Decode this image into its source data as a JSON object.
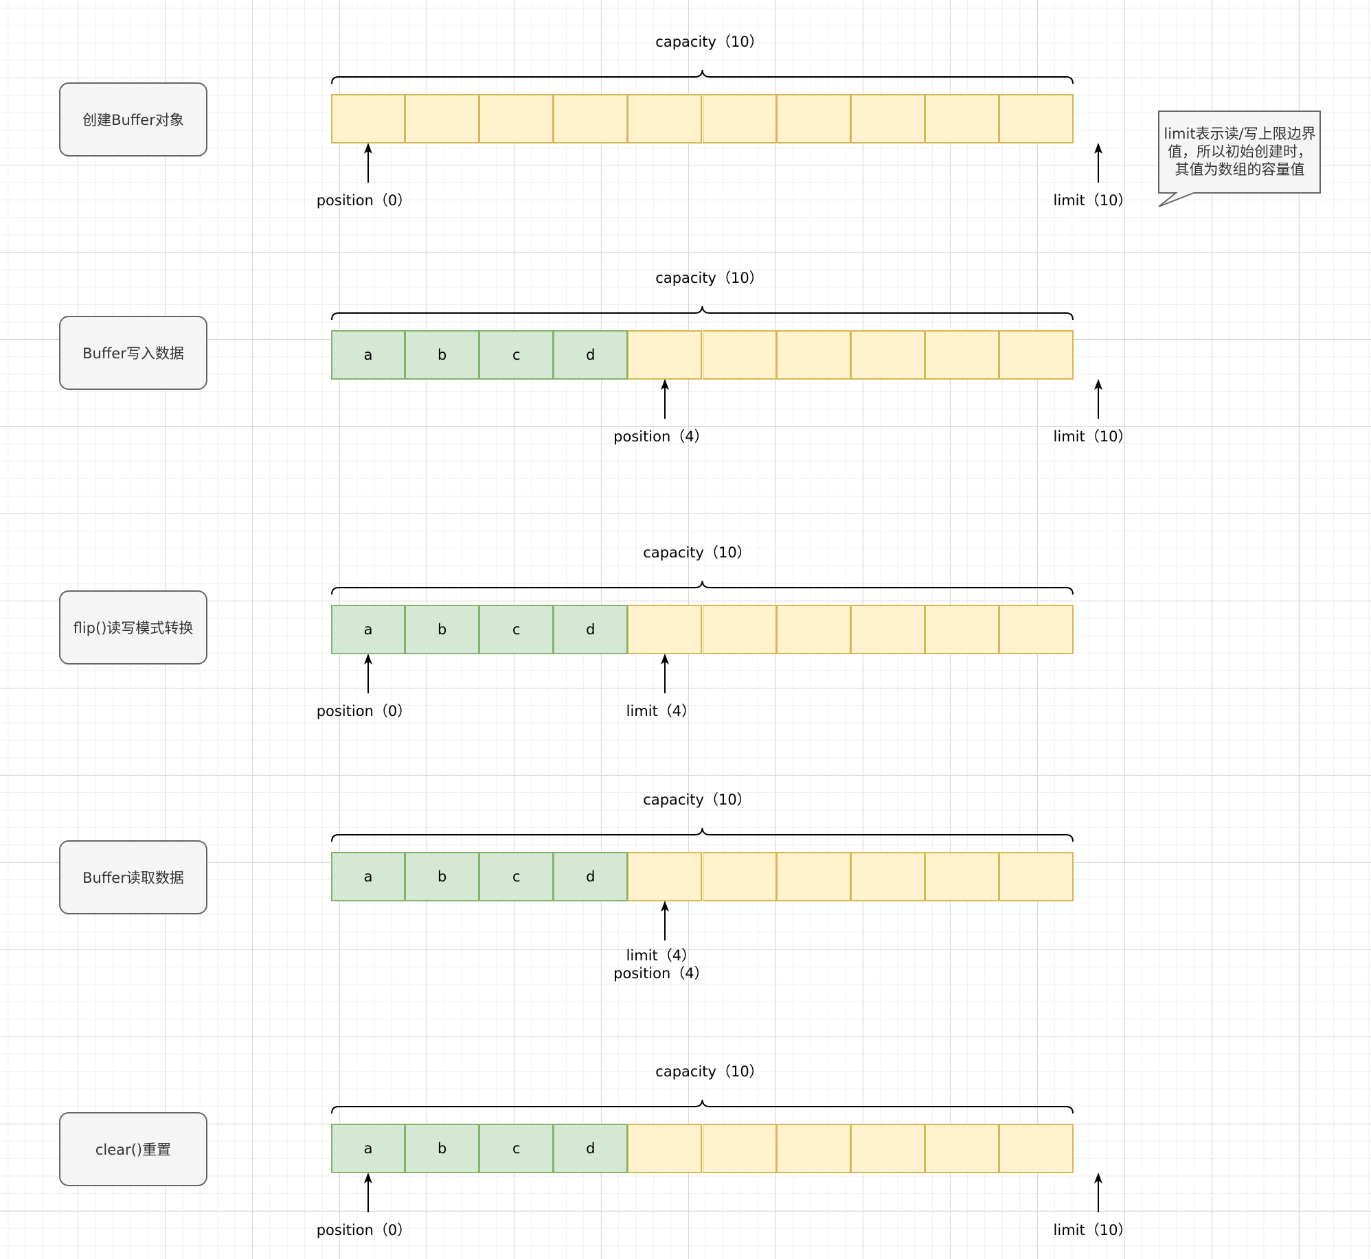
{
  "note": {
    "lines": [
      "limit表示读/写上限边界",
      "值，所以初始创建时，",
      "其值为数组的容量值"
    ]
  },
  "stages": [
    {
      "title": "创建Buffer对象",
      "capacity_label": "capacity（10）",
      "cells": [
        "",
        "",
        "",
        "",
        "",
        "",
        "",
        "",
        "",
        ""
      ],
      "filled_count": 0,
      "pointers": [
        {
          "lines": [
            "position（0）"
          ],
          "index": 0
        },
        {
          "lines": [
            "limit（10）"
          ],
          "index": 10
        }
      ]
    },
    {
      "title": "Buffer写入数据",
      "capacity_label": "capacity（10）",
      "cells": [
        "a",
        "b",
        "c",
        "d",
        "",
        "",
        "",
        "",
        "",
        ""
      ],
      "filled_count": 4,
      "pointers": [
        {
          "lines": [
            "position（4）"
          ],
          "index": 4
        },
        {
          "lines": [
            "limit（10）"
          ],
          "index": 10
        }
      ]
    },
    {
      "title": "flip()读写模式转换",
      "capacity_label": "capacity（10）",
      "cells": [
        "a",
        "b",
        "c",
        "d",
        "",
        "",
        "",
        "",
        "",
        ""
      ],
      "filled_count": 4,
      "pointers": [
        {
          "lines": [
            "position（0）"
          ],
          "index": 0
        },
        {
          "lines": [
            "limit（4）"
          ],
          "index": 4
        }
      ]
    },
    {
      "title": "Buffer读取数据",
      "capacity_label": "capacity（10）",
      "cells": [
        "a",
        "b",
        "c",
        "d",
        "",
        "",
        "",
        "",
        "",
        ""
      ],
      "filled_count": 4,
      "pointers": [
        {
          "lines": [
            "limit（4）",
            "position（4）"
          ],
          "index": 4
        }
      ]
    },
    {
      "title": "clear()重置",
      "capacity_label": "capacity（10）",
      "cells": [
        "a",
        "b",
        "c",
        "d",
        "",
        "",
        "",
        "",
        "",
        ""
      ],
      "filled_count": 4,
      "pointers": [
        {
          "lines": [
            "position（0）"
          ],
          "index": 0
        },
        {
          "lines": [
            "limit（10）"
          ],
          "index": 10
        }
      ]
    }
  ]
}
